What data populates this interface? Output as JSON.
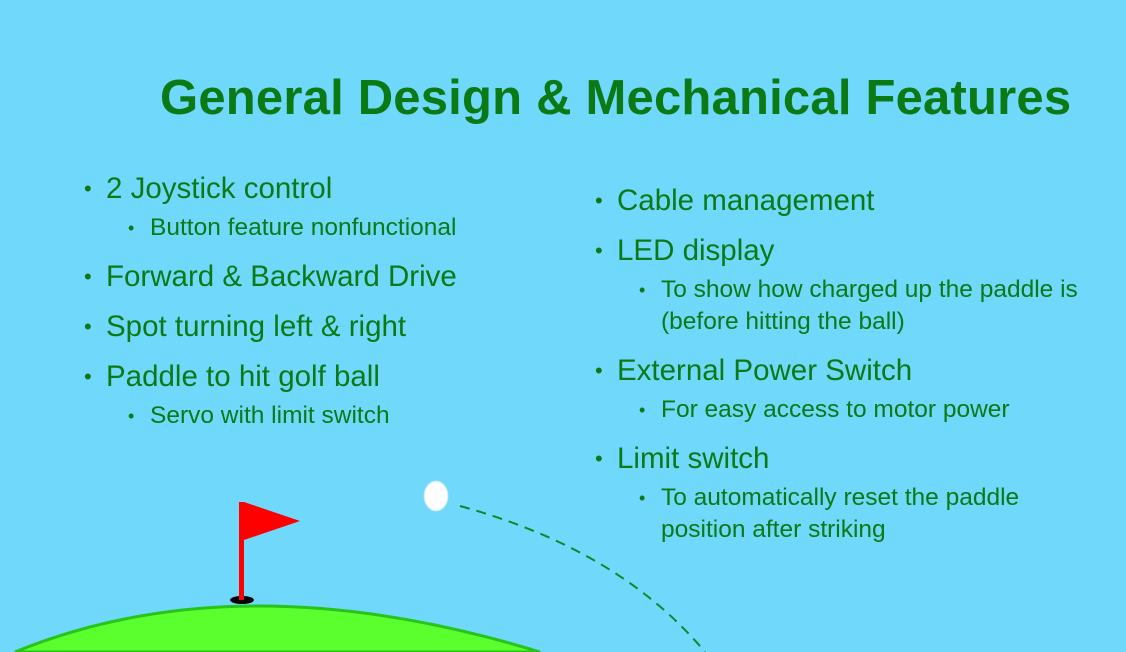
{
  "slide": {
    "title": "General Design & Mechanical Features"
  },
  "left_column": {
    "item1": "2 Joystick control",
    "item1_sub": "Button feature nonfunctional",
    "item2": "Forward & Backward Drive",
    "item3": "Spot turning left & right",
    "item4": "Paddle to hit golf ball",
    "item4_sub": "Servo with limit switch"
  },
  "right_column": {
    "item1": "Cable management",
    "item2": "LED display",
    "item2_sub": "To show how charged up the paddle is (before hitting the ball)",
    "item3": "External Power Switch",
    "item3_sub": "For easy access to motor power",
    "item4": "Limit switch",
    "item4_sub": "To automatically reset the paddle position after striking"
  },
  "colors": {
    "background": "#6fd8fb",
    "text": "#0b7a15",
    "flag": "#ff0000",
    "grass": "#5cff2e"
  }
}
